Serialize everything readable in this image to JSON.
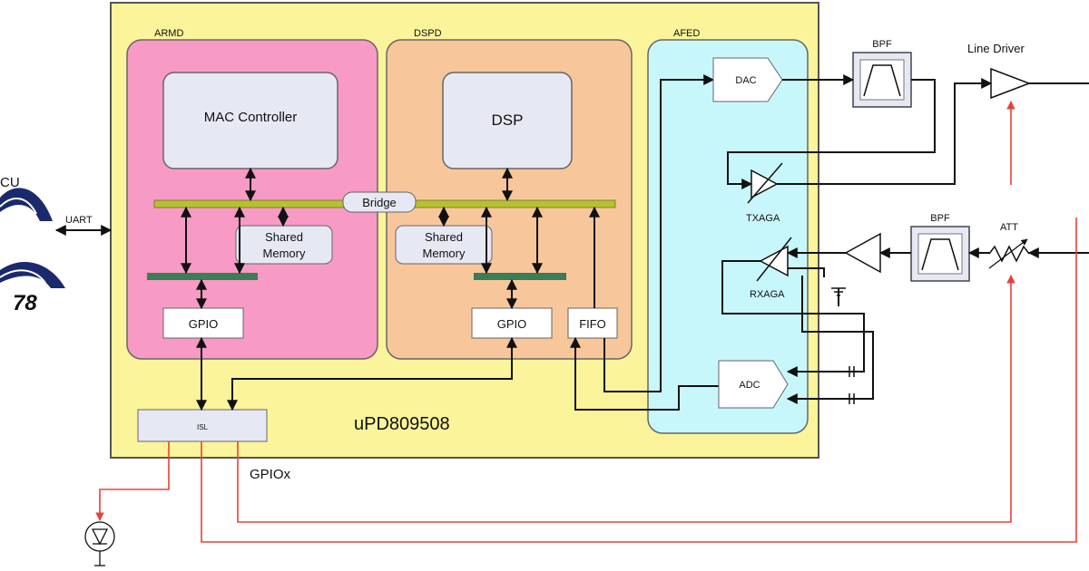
{
  "chip": {
    "name": "uPD809508",
    "gpiox": "GPIOx",
    "isl": "ISL"
  },
  "armd": {
    "label": "ARMD",
    "mac": "MAC Controller",
    "shared_memory_line1": "Shared",
    "shared_memory_line2": "Memory",
    "gpio": "GPIO"
  },
  "dspd": {
    "label": "DSPD",
    "dsp": "DSP",
    "shared_memory_line1": "Shared",
    "shared_memory_line2": "Memory",
    "gpio": "GPIO",
    "fifo": "FIFO"
  },
  "bus": {
    "bridge": "Bridge"
  },
  "afed": {
    "label": "AFED",
    "dac": "DAC",
    "adc": "ADC",
    "txaga": "TXAGA",
    "rxaga": "RXAGA"
  },
  "external": {
    "uart": "UART",
    "bpf_tx": "BPF",
    "bpf_rx": "BPF",
    "line_driver": "Line Driver",
    "att": "ATT",
    "mcu_fragment": "CU",
    "logo_fragment": "78"
  },
  "colors": {
    "chip_bg": "#fbf49a",
    "armd_bg": "#f79ac6",
    "dspd_bg": "#f7c79b",
    "afed_bg": "#c8f7fb",
    "bus_bar": "#b5c12f",
    "green_bar": "#3b7d55",
    "signal_red": "#e8403a"
  }
}
